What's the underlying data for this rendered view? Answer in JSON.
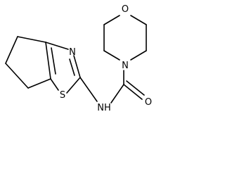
{
  "atoms": {
    "morpholine_oxygen": "O",
    "morpholine_nitrogen": "N",
    "thiazole_nitrogen": "N",
    "thiazole_sulfur": "S",
    "amide_nitrogen": "NH",
    "carbonyl_oxygen": "O"
  },
  "colors": {
    "bond": "#000000",
    "label": "#000000",
    "background": "#ffffff"
  }
}
